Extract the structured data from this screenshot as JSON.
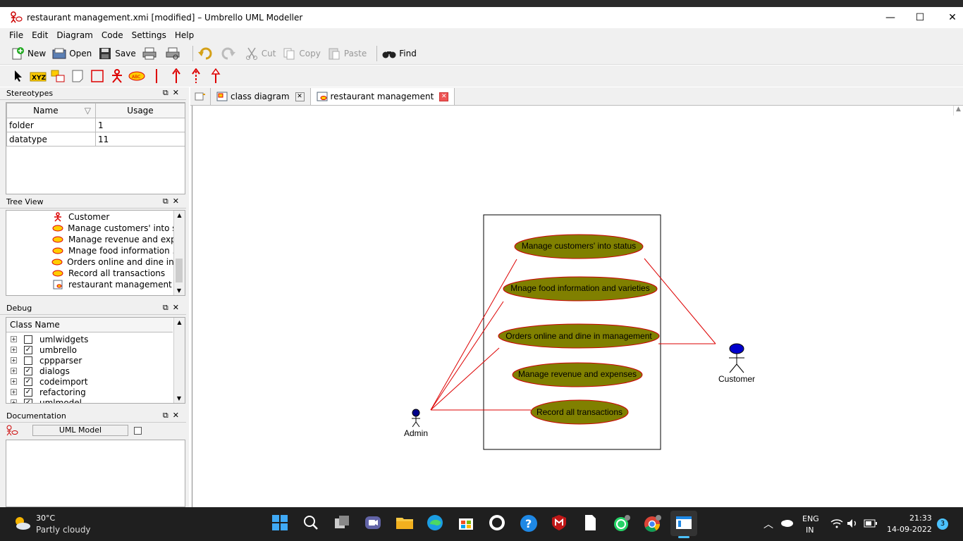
{
  "window": {
    "title": "restaurant management.xmi [modified] – Umbrello UML Modeller",
    "minimize": "—",
    "maximize": "☐",
    "close": "✕"
  },
  "menu": [
    "File",
    "Edit",
    "Diagram",
    "Code",
    "Settings",
    "Help"
  ],
  "toolbar": {
    "new_label": "New",
    "open_label": "Open",
    "save_label": "Save",
    "cut_label": "Cut",
    "copy_label": "Copy",
    "paste_label": "Paste",
    "find_label": "Find"
  },
  "stereotypes": {
    "title": "Stereotypes",
    "col_name": "Name",
    "col_usage": "Usage",
    "rows": [
      {
        "name": "folder",
        "usage": "1"
      },
      {
        "name": "datatype",
        "usage": "11"
      }
    ]
  },
  "tree_view": {
    "title": "Tree View",
    "items": [
      {
        "label": "Customer",
        "icon": "actor-icon"
      },
      {
        "label": "Manage customers' into s...",
        "icon": "usecase-icon"
      },
      {
        "label": "Manage revenue and exp...",
        "icon": "usecase-icon"
      },
      {
        "label": "Mnage food information ...",
        "icon": "usecase-icon"
      },
      {
        "label": "Orders online and dine in ...",
        "icon": "usecase-icon"
      },
      {
        "label": "Record all transactions",
        "icon": "usecase-icon"
      },
      {
        "label": "restaurant management",
        "icon": "diagram-icon"
      }
    ]
  },
  "debug": {
    "title": "Debug",
    "col_class_name": "Class Name",
    "rows": [
      {
        "label": "umlwidgets",
        "checked": ""
      },
      {
        "label": "umbrello",
        "checked": "✓"
      },
      {
        "label": "cppparser",
        "checked": ""
      },
      {
        "label": "dialogs",
        "checked": "✓"
      },
      {
        "label": "codeimport",
        "checked": "✓"
      },
      {
        "label": "refactoring",
        "checked": "✓"
      },
      {
        "label": "umlmodel",
        "checked": "✓"
      }
    ]
  },
  "documentation": {
    "title": "Documentation",
    "field_label": "UML Model"
  },
  "tabs": [
    {
      "label": "class diagram",
      "close": "✕"
    },
    {
      "label": "restaurant management",
      "close": "✕"
    }
  ],
  "diagram": {
    "use_cases": [
      "Manage customers' into status",
      "Mnage food information and varieties",
      "Orders online and dine in management",
      "Manage revenue and expenses",
      "Record all transactions"
    ],
    "actor_admin": "Admin",
    "actor_customer": "Customer",
    "usecase_fill": "#808000",
    "usecase_border": "#cc0000",
    "link_color": "#dd0000"
  },
  "taskbar": {
    "temp": "30°C",
    "weather": "Partly cloudy",
    "lang1": "ENG",
    "lang2": "IN",
    "time": "21:33",
    "date": "14-09-2022",
    "notif_count": "3"
  }
}
